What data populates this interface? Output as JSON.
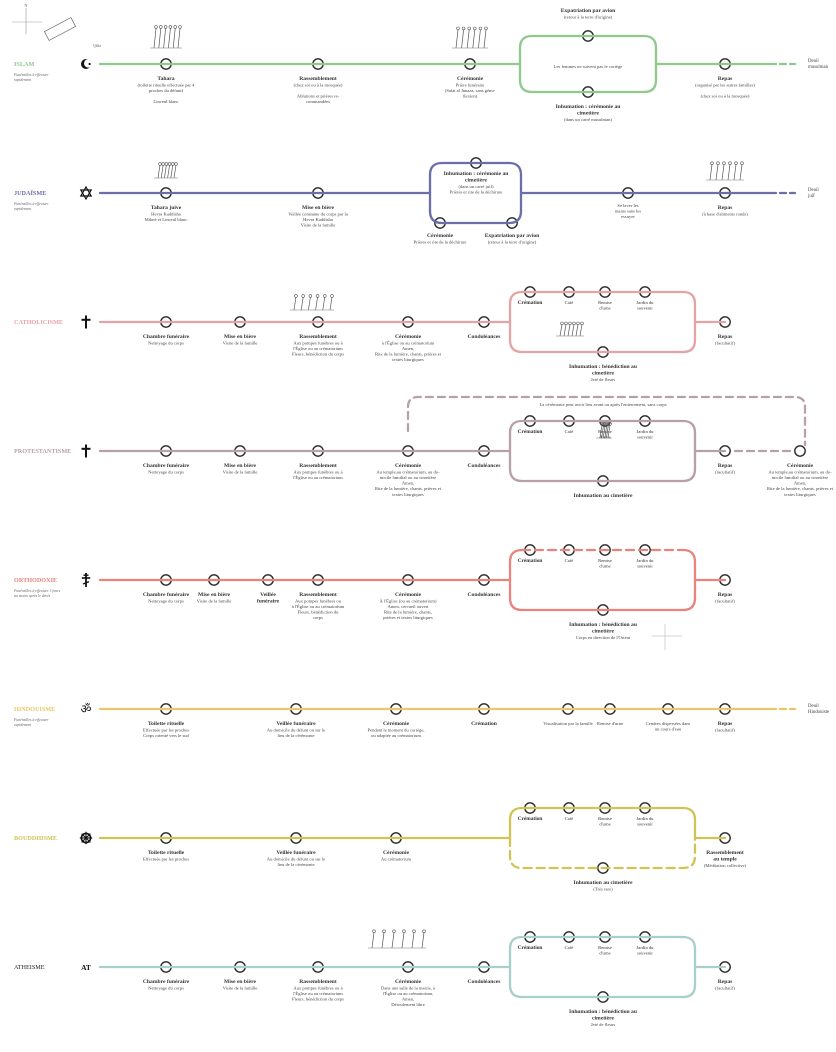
{
  "compass": {
    "north": "N",
    "label": "Qibla"
  },
  "religions": [
    {
      "id": "islam",
      "name": "ISLAM",
      "color": "#8fc98c",
      "symbol": "crescent",
      "note": [
        "Funérailles à effectuer",
        "rapidement"
      ],
      "end_label": [
        "Deuil",
        "musulman"
      ],
      "nodes": [
        {
          "title": "Tahara",
          "desc": [
            "(toilette rituelle effectuée par 4",
            "proches du défunt)",
            "",
            "Linceul blanc"
          ]
        },
        {
          "title": "Rassemblement",
          "desc": [
            "(chez soi ou à la mosquée)",
            "",
            "Ablutions et prières re-",
            "commandées"
          ]
        },
        {
          "title": "Cérémonie",
          "desc": [
            "Prière funéraire",
            "(Salat al Janaza, sans génu-",
            "flexion)"
          ]
        },
        {
          "title": "Repas",
          "desc": [
            "(organisé par les autres familles)",
            "",
            "(chez soi ou à la mosquée)"
          ]
        }
      ],
      "branch_top": {
        "title": "Expatriation par avion",
        "desc": [
          "(retour à la terre d'origine)"
        ]
      },
      "branch_middle": "Les femmes ne suivent pas le cortège",
      "branch_bottom": {
        "title": "Inhumation : cérémonie au",
        "title2": "cimetière",
        "desc": [
          "(dans un carré musulman)"
        ]
      }
    },
    {
      "id": "judaisme",
      "name": "JUDAÏSME",
      "color": "#6b6fa8",
      "symbol": "star-of-david",
      "note": [
        "Funérailles à effectuer",
        "rapidement"
      ],
      "end_label": [
        "Deuil",
        "juif"
      ],
      "nodes": [
        {
          "title": "Tahara juive",
          "desc": [
            "Hevra Kaddisha",
            "Miknè et Linceul blanc"
          ]
        },
        {
          "title": "Mise en bière",
          "desc": [
            "Veillée constante du corps par la",
            "Hevra Kaddisha",
            "Visite de la famille"
          ]
        },
        {
          "title": "",
          "desc": [
            "Se laver les",
            "mains sans les",
            "essuyer"
          ]
        },
        {
          "title": "Repas",
          "desc": [
            "(à base d'aliments ronds)"
          ]
        }
      ],
      "branch_top": {
        "title": "Inhumation : cérémonie au",
        "title2": "cimetière",
        "desc": [
          "(dans un carré juif)",
          "Prières et rite de la déchirure"
        ]
      },
      "branch_bottom_left": {
        "title": "Cérémonie",
        "desc": [
          "Prières et rite de la déchirure"
        ]
      },
      "branch_bottom_right": {
        "title": "Expatriation par avion",
        "desc": [
          "(retour à la terre d'origine)"
        ]
      }
    },
    {
      "id": "catholicisme",
      "name": "CATHOLICISME",
      "color": "#e5a3a6",
      "symbol": "cross",
      "nodes": [
        {
          "title": "Chambre funéraire",
          "desc": [
            "Nettoyage du corps"
          ]
        },
        {
          "title": "Mise en bière",
          "desc": [
            "Visite de la famille"
          ]
        },
        {
          "title": "Rassemblement",
          "desc": [
            "Aux pompes funèbres ou à",
            "l'Église ou au crématorium",
            "Fleurs, bénédiction du corps"
          ]
        },
        {
          "title": "Cérémonie",
          "desc": [
            "à l'Église ou au crématorium",
            "Amen,",
            "Rite de la lumière, chants, prières et",
            "textes liturgiques"
          ]
        },
        {
          "title": "Condoléances",
          "desc": []
        },
        {
          "title": "Repas",
          "desc": [
            "(facultatif)"
          ]
        }
      ],
      "cremation_row": [
        {
          "title": "Crémation"
        },
        {
          "title": "Café"
        },
        {
          "title": "Remise",
          "title2": "d'urne"
        },
        {
          "title": "Jardin du",
          "title2": "souvenir"
        }
      ],
      "branch_bottom": {
        "title": "Inhumation : bénédiction au",
        "title2": "cimetière",
        "desc": [
          "Jeté de fleurs"
        ]
      }
    },
    {
      "id": "protestantisme",
      "name": "PROTESTANTISME",
      "color": "#b8a0a8",
      "symbol": "cross",
      "nodes": [
        {
          "title": "Chambre funéraire",
          "desc": [
            "Nettoyage du corps"
          ]
        },
        {
          "title": "Mise en bière",
          "desc": [
            "Visite de la famille"
          ]
        },
        {
          "title": "Rassemblement",
          "desc": [
            "Aux pompes funèbres ou à",
            "l'Église ou au crématorium"
          ]
        },
        {
          "title": "Cérémonie",
          "desc": [
            "Au temple,au crématorium, au do-",
            "micile familial ou au cimetière",
            "Amen,",
            "Rite de la lumière, chants, prières et",
            "textes liturgiques"
          ]
        },
        {
          "title": "Condoléances",
          "desc": []
        },
        {
          "title": "Repas",
          "desc": [
            "(facultatif)"
          ]
        },
        {
          "title": "Cérémonie",
          "desc": [
            "Au temple,au crématorium, au do-",
            "micile familial ou au cimetière",
            "Amen,",
            "Rite de la lumière, chants, prières et",
            "textes liturgiques"
          ]
        }
      ],
      "dashed_note": "La cérémonie peut avoir lieu avant ou après l'enterrement, sans corps",
      "cremation_row": [
        {
          "title": "Crémation"
        },
        {
          "title": "Café"
        },
        {
          "title": "Remise",
          "title2": "d'urne"
        },
        {
          "title": "Jardin du",
          "title2": "souvenir"
        }
      ],
      "branch_bottom": {
        "title": "Inhumation au cimetière",
        "desc": []
      }
    },
    {
      "id": "orthodoxie",
      "name": "ORTHODOXIE",
      "color": "#e8837d",
      "symbol": "orthodox-cross",
      "note": [
        "Funérailles à effectuer 3 jours",
        "au moins après le décès"
      ],
      "nodes": [
        {
          "title": "Chambre funéraire",
          "desc": [
            "Nettoyage du corps"
          ]
        },
        {
          "title": "Mise en bière",
          "desc": [
            "Visite de la famille"
          ]
        },
        {
          "title": "Veillée",
          "title2": "funéraire",
          "desc": []
        },
        {
          "title": "Rassemblement",
          "desc": [
            "Aux pompes funèbres ou",
            "à l'Église ou au crématorium",
            "Fleurs, bénédiction du",
            "corps"
          ]
        },
        {
          "title": "Cérémonie",
          "desc": [
            "À l'Église (ou au crématorium)",
            "Amen, cercueil ouvert",
            "Rite de la lumière, chants,",
            "prières et textes liturgiques"
          ]
        },
        {
          "title": "Condoléances",
          "desc": []
        },
        {
          "title": "Repas",
          "desc": [
            "(facultatif)"
          ]
        }
      ],
      "cremation_row": [
        {
          "title": "Crémation"
        },
        {
          "title": "Café"
        },
        {
          "title": "Remise",
          "title2": "d'urne"
        },
        {
          "title": "Jardin du",
          "title2": "souvenir"
        }
      ],
      "branch_bottom": {
        "title": "Inhumation : bénédiction au",
        "title2": "cimetière",
        "desc": [
          "Corps en direction de l'Orient"
        ]
      }
    },
    {
      "id": "hindouisme",
      "name": "HINDOUISME",
      "color": "#e8c86a",
      "symbol": "om",
      "note": [
        "Funérailles à effectuer",
        "rapidement"
      ],
      "end_label": [
        "Deuil",
        "Hindouiste"
      ],
      "nodes": [
        {
          "title": "Toilette rituelle",
          "desc": [
            "Effectuée par les proches",
            "Corps orienté vers le sud"
          ]
        },
        {
          "title": "Veillée funéraire",
          "desc": [
            "Au domicile du défunt ou sur le",
            "lieu de la cérémonie"
          ]
        },
        {
          "title": "Cérémonie",
          "desc": [
            "Pendant le moment du cortège,",
            "ou adaptée au crématorium"
          ]
        },
        {
          "title": "Crémation",
          "desc": []
        },
        {
          "title": "",
          "desc": [
            "Visualisation par la famille"
          ]
        },
        {
          "title": "",
          "desc": [
            "Remise d'urne"
          ]
        },
        {
          "title": "",
          "desc": [
            "Cendres dispersées dans",
            "un cours d'eau"
          ]
        },
        {
          "title": "Repas",
          "desc": [
            "(facultatif)"
          ]
        }
      ]
    },
    {
      "id": "bouddhisme",
      "name": "BOUDDHISME",
      "color": "#cfc455",
      "symbol": "dharma-wheel",
      "nodes": [
        {
          "title": "Toilette rituelle",
          "desc": [
            "Effectuée par les proches"
          ]
        },
        {
          "title": "Veillée funéraire",
          "desc": [
            "Au domicile du défunt ou sur le",
            "lieu de la cérémonie"
          ]
        },
        {
          "title": "Cérémonie",
          "desc": [
            "Au crématorium"
          ]
        },
        {
          "title": "Rassemblement",
          "title2": "au temple",
          "desc": [
            "(Méditation collective)"
          ]
        }
      ],
      "cremation_row": [
        {
          "title": "Crémation"
        },
        {
          "title": "Café"
        },
        {
          "title": "Remise",
          "title2": "d'urne"
        },
        {
          "title": "Jardin du",
          "title2": "souvenir"
        }
      ],
      "branch_bottom": {
        "title": "Inhumation au cimetière",
        "desc": [
          "(Très rare)"
        ]
      }
    },
    {
      "id": "atheisme",
      "name": "ATHEISME",
      "color": "#a9cfcb",
      "symbol": "at",
      "symbol_text": "AT",
      "nodes": [
        {
          "title": "Chambre funéraire",
          "desc": [
            "Nettoyage du corps"
          ]
        },
        {
          "title": "Mise en bière",
          "desc": [
            "Visite de la famille"
          ]
        },
        {
          "title": "Rassemblement",
          "desc": [
            "Aux pompes funèbres ou à",
            "l'Église ou au crématorium",
            "Fleurs, bénédiction du corps"
          ]
        },
        {
          "title": "Cérémonie",
          "desc": [
            "Dans une salle de la mairie, à",
            "l'Église ou au crématorium,",
            "Amen,",
            "Déroulement libre"
          ]
        },
        {
          "title": "Condoléances",
          "desc": []
        },
        {
          "title": "Repas",
          "desc": [
            "(facultatif)"
          ]
        }
      ],
      "cremation_row": [
        {
          "title": "Crémation"
        },
        {
          "title": "Café"
        },
        {
          "title": "Remise",
          "title2": "d'urne"
        },
        {
          "title": "Jardin du",
          "title2": "souvenir"
        }
      ],
      "branch_bottom": {
        "title": "Inhumation : bénédiction au",
        "title2": "cimetière",
        "desc": [
          "Jeté de fleurs"
        ]
      }
    }
  ]
}
